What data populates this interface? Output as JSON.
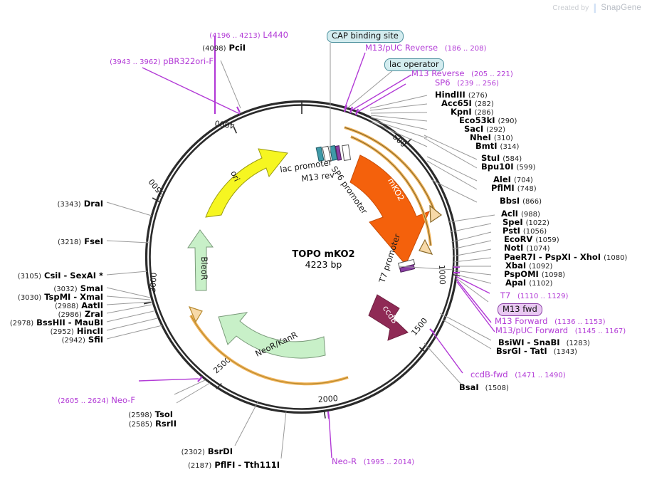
{
  "watermark": {
    "prefix": "Created by",
    "brand": "SnapGene"
  },
  "plasmid": {
    "name": "TOPO mKO2",
    "size": "4223 bp",
    "length_bp": 4223
  },
  "ruler_ticks": [
    {
      "label": "500",
      "bp": 500
    },
    {
      "label": "1000",
      "bp": 1000
    },
    {
      "label": "1500",
      "bp": 1500
    },
    {
      "label": "2000",
      "bp": 2000
    },
    {
      "label": "2500",
      "bp": 2500
    },
    {
      "label": "3000",
      "bp": 3000
    },
    {
      "label": "3500",
      "bp": 3500
    },
    {
      "label": "4000",
      "bp": 4000
    }
  ],
  "features": [
    {
      "name": "mKO2",
      "color": "#f4610c",
      "text_color": "#ffffff"
    },
    {
      "name": "ccdB",
      "color": "#8f2a55",
      "text_color": "#ffffff"
    },
    {
      "name": "NeoR/KanR",
      "color": "#c8f0c8",
      "text_color": "#1a1a1a"
    },
    {
      "name": "BleoR",
      "color": "#c8f0c8",
      "text_color": "#1a1a1a"
    },
    {
      "name": "ori",
      "color": "#f6f621",
      "text_color": "#1a1a1a"
    },
    {
      "name": "lac promoter",
      "color": "#3f9aa8",
      "text_color": "#1a1a1a"
    },
    {
      "name": "M13 rev",
      "color": "#3f9aa8",
      "text_color": "#1a1a1a"
    },
    {
      "name": "SP6 promoter",
      "color": "#8a3fa5",
      "text_color": "#1a1a1a"
    },
    {
      "name": "T7 promoter",
      "color": "#8a3fa5",
      "text_color": "#1a1a1a"
    }
  ],
  "badges": [
    {
      "id": "cap-binding-site",
      "label": "CAP binding site"
    },
    {
      "id": "lac-operator",
      "label": "lac operator"
    },
    {
      "id": "m13-fwd",
      "label": "M13 fwd",
      "style": "violet"
    }
  ],
  "labels_top_left": [
    {
      "id": "l4440",
      "kind": "purple",
      "pos": "(4196 .. 4213)",
      "name": "L4440"
    },
    {
      "id": "pcii",
      "kind": "enzyme",
      "pos": "(4098)",
      "name": "PciI"
    },
    {
      "id": "pbr322ori-f",
      "kind": "purple",
      "pos": "(3943 .. 3962)",
      "name": "pBR322ori-F"
    }
  ],
  "labels_top_right": [
    {
      "id": "m13puc-reverse",
      "kind": "purple",
      "name": "M13/pUC Reverse",
      "pos": "(186 .. 208)"
    },
    {
      "id": "m13-reverse",
      "kind": "purple",
      "name": "M13 Reverse",
      "pos": "(205 .. 221)"
    },
    {
      "id": "sp6",
      "kind": "purple",
      "name": "SP6",
      "pos": "(239 .. 256)"
    }
  ],
  "labels_right_enzymes": [
    {
      "id": "hindiii",
      "name": "HindIII",
      "pos": "(276)"
    },
    {
      "id": "acc65i",
      "name": "Acc65I",
      "pos": "(282)"
    },
    {
      "id": "kpni",
      "name": "KpnI",
      "pos": "(286)"
    },
    {
      "id": "eco53ki",
      "name": "Eco53kI",
      "pos": "(290)"
    },
    {
      "id": "saci",
      "name": "SacI",
      "pos": "(292)"
    },
    {
      "id": "nhei",
      "name": "NheI",
      "pos": "(310)"
    },
    {
      "id": "bmti",
      "name": "BmtI",
      "pos": "(314)"
    },
    {
      "id": "stui",
      "name": "StuI",
      "pos": "(584)"
    },
    {
      "id": "bpu10i",
      "name": "Bpu10I",
      "pos": "(599)"
    },
    {
      "id": "alei",
      "name": "AleI",
      "pos": "(704)"
    },
    {
      "id": "pflmi",
      "name": "PflMI",
      "pos": "(748)"
    },
    {
      "id": "bbsi",
      "name": "BbsI",
      "pos": "(866)"
    },
    {
      "id": "acli",
      "name": "AclI",
      "pos": "(988)"
    },
    {
      "id": "spei",
      "name": "SpeI",
      "pos": "(1022)"
    },
    {
      "id": "psti",
      "name": "PstI",
      "pos": "(1056)"
    },
    {
      "id": "ecorv",
      "name": "EcoRV",
      "pos": "(1059)"
    },
    {
      "id": "noti",
      "name": "NotI",
      "pos": "(1074)"
    },
    {
      "id": "paer7i",
      "name": "PaeR7I  -  PspXI  -  XhoI",
      "pos": "(1080)"
    },
    {
      "id": "xbai",
      "name": "XbaI",
      "pos": "(1092)"
    },
    {
      "id": "pspomi",
      "name": "PspOMI",
      "pos": "(1098)"
    },
    {
      "id": "apai",
      "name": "ApaI",
      "pos": "(1102)"
    }
  ],
  "labels_right_lower": [
    {
      "id": "t7",
      "kind": "purple",
      "name": "T7",
      "pos": "(1110 .. 1129)"
    },
    {
      "id": "m13-forward",
      "kind": "purple",
      "name": "M13 Forward",
      "pos": "(1136 .. 1153)"
    },
    {
      "id": "m13puc-forward",
      "kind": "purple",
      "name": "M13/pUC Forward",
      "pos": "(1145 .. 1167)"
    },
    {
      "id": "bsiwi",
      "kind": "enzyme",
      "name": "BsiWI  -  SnaBI",
      "pos": "(1283)"
    },
    {
      "id": "bsrgi",
      "kind": "enzyme",
      "name": "BsrGI  -  TatI",
      "pos": "(1343)"
    },
    {
      "id": "ccdb-fwd",
      "kind": "purple",
      "name": "ccdB-fwd",
      "pos": "(1471 .. 1490)"
    },
    {
      "id": "bsai",
      "kind": "enzyme",
      "name": "BsaI",
      "pos": "(1508)"
    }
  ],
  "labels_left": [
    {
      "id": "drai",
      "pos": "(3343)",
      "name": "DraI"
    },
    {
      "id": "fsei",
      "pos": "(3218)",
      "name": "FseI"
    },
    {
      "id": "csii",
      "pos": "(3105)",
      "name": "CsiI  -  SexAI *"
    },
    {
      "id": "smai",
      "pos": "(3032)",
      "name": "SmaI"
    },
    {
      "id": "tspmi",
      "pos": "(3030)",
      "name": "TspMI  -  XmaI"
    },
    {
      "id": "aatii",
      "pos": "(2988)",
      "name": "AatII"
    },
    {
      "id": "zrai",
      "pos": "(2986)",
      "name": "ZraI"
    },
    {
      "id": "bsshii",
      "pos": "(2978)",
      "name": "BssHII  -  MauBI"
    },
    {
      "id": "hincii",
      "pos": "(2952)",
      "name": "HincII"
    },
    {
      "id": "sfii",
      "pos": "(2942)",
      "name": "SfiI"
    }
  ],
  "labels_bottom_left": [
    {
      "id": "neo-f",
      "kind": "purple",
      "pos": "(2605 .. 2624)",
      "name": "Neo-F"
    },
    {
      "id": "tsoi",
      "kind": "enzyme",
      "pos": "(2598)",
      "name": "TsoI"
    },
    {
      "id": "rsrii",
      "kind": "enzyme",
      "pos": "(2585)",
      "name": "RsrII"
    },
    {
      "id": "bsrdi",
      "kind": "enzyme",
      "pos": "(2302)",
      "name": "BsrDI"
    },
    {
      "id": "pflfi",
      "kind": "enzyme",
      "pos": "(2187)",
      "name": "PflFI  -  Tth111I"
    }
  ],
  "labels_bottom": [
    {
      "id": "neo-r",
      "kind": "purple",
      "name": "Neo-R",
      "pos": "(1995 .. 2014)"
    }
  ]
}
